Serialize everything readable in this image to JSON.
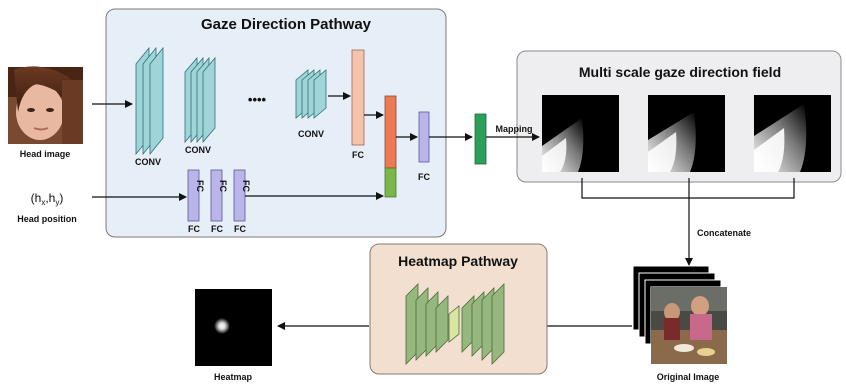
{
  "gaze_pathway": {
    "title": "Gaze Direction Pathway"
  },
  "inputs": {
    "head_image_label": "Head image",
    "head_position_h": "(h",
    "head_position_x": "x",
    "head_position_comma": ",h",
    "head_position_y": "y",
    "head_position_close": ")",
    "head_position_label": "Head position"
  },
  "layers": {
    "conv_label": "CONV",
    "fc_label": "FC",
    "ellipsis": "••••",
    "fc_vertical": "FC"
  },
  "mapping_label": "Mapping",
  "field": {
    "title": "Multi scale gaze direction field"
  },
  "concatenate_label": "Concatenate",
  "heatmap_pathway": {
    "title": "Heatmap Pathway"
  },
  "outputs": {
    "original_image_label": "Original Image",
    "heatmap_label": "Heatmap"
  },
  "colors": {
    "gaze_panel_fill": "#e6eef8",
    "field_panel_fill": "#eeeef1",
    "heatmap_panel_fill": "#f3dfcf",
    "conv_fill": "#9fd5d8",
    "fc_pink": "#f4c3ab",
    "fc_purple": "#b9b5e8",
    "concat_orange": "#ec7a55",
    "concat_green": "#7ab648",
    "mapping_green": "#2aa05a",
    "heatmap_layer": "#96b77e",
    "heatmap_bottleneck": "#d8e6a2"
  }
}
